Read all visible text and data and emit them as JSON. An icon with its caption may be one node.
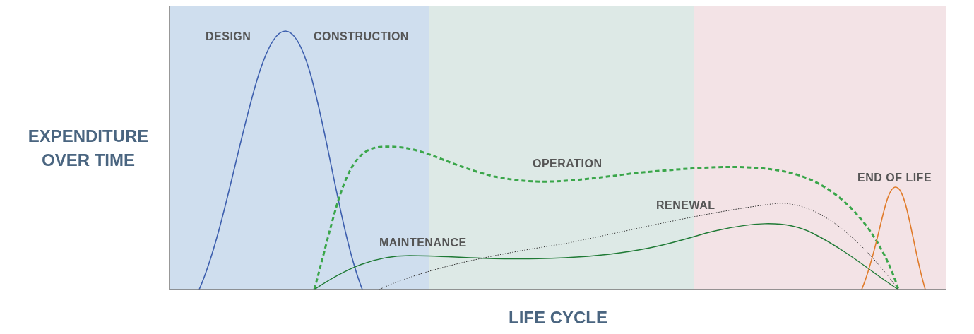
{
  "diagram": {
    "labels": [
      "DESIGN",
      "CONSTRUCTION",
      "EXPENDITURE OVER TIME",
      "OPERATION",
      "END OF LIFE",
      "RENEWAL",
      "MAINTENANCE",
      "LIFE CYCLE"
    ]
  }
}
